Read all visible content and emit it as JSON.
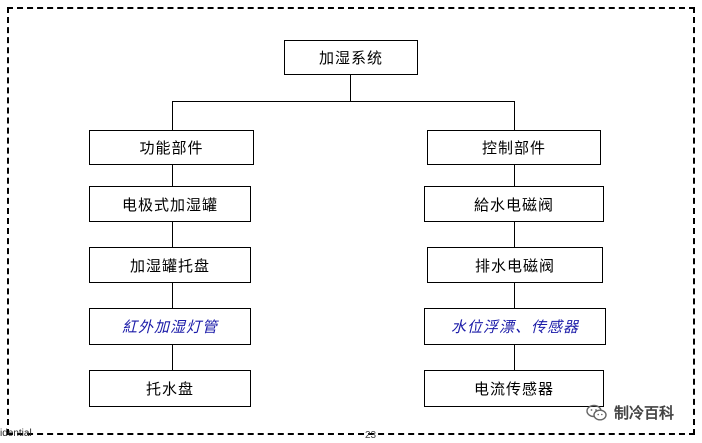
{
  "diagram": {
    "root": "加湿系统",
    "left_branch": {
      "title": "功能部件",
      "items": [
        "电极式加湿罐",
        "加湿罐托盘",
        "紅外加湿灯管",
        "托水盘"
      ]
    },
    "right_branch": {
      "title": "控制部件",
      "items": [
        "給水电磁阀",
        "排水电磁阀",
        "水位浮漂、传感器",
        "电流传感器"
      ]
    }
  },
  "footer": {
    "left_text": "idential",
    "page_number": "23"
  },
  "watermark": {
    "text": "制冷百科",
    "icon": "wechat-icon"
  },
  "colors": {
    "highlight_text": "#1a1aa8",
    "border": "#000000"
  }
}
